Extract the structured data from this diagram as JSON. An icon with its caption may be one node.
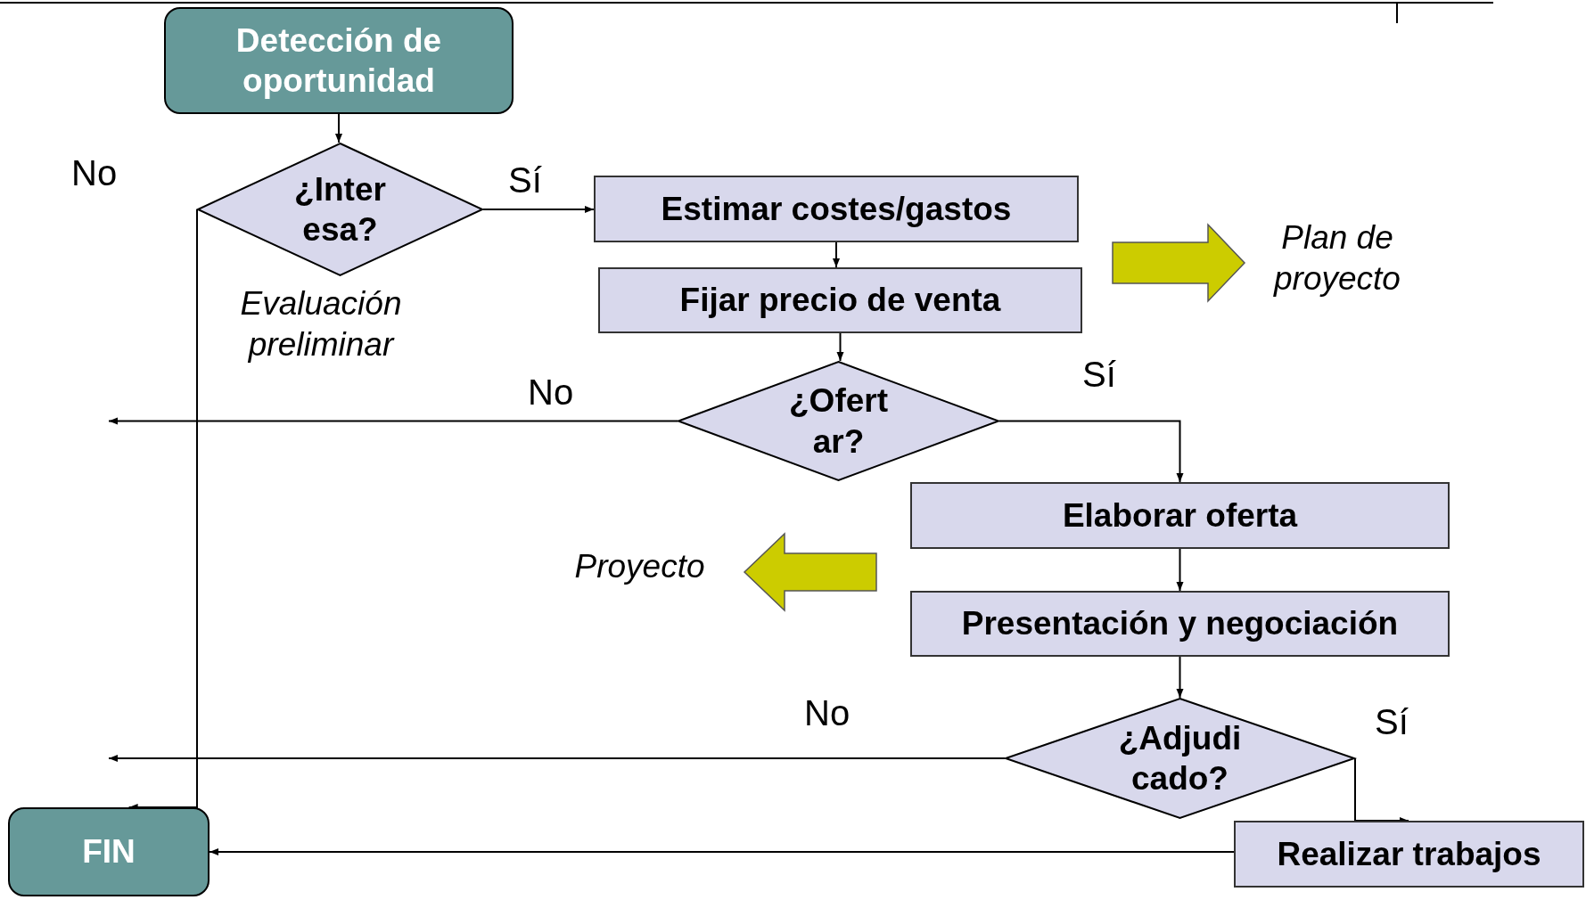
{
  "diagram": {
    "nodes": [
      {
        "text": [
          "Detección de oportunidad"
        ]
      },
      {
        "text": [
          "¿Inter esa?"
        ],
        "beside": [
          "Evaluación preliminar"
        ]
      },
      {
        "text": [
          "Estimar costes/gastos"
        ]
      },
      {
        "text": [
          "Fijar precio de venta"
        ]
      },
      {
        "text": [
          "¿Ofert ar?"
        ]
      },
      {
        "text": [
          "Elaborar oferta"
        ]
      },
      {
        "text": [
          "Presentación y negociación"
        ]
      },
      {
        "text": [
          "¿Adjudi cado?"
        ]
      },
      {
        "text": [
          "Realizar trabajos"
        ]
      },
      {
        "text": [
          "FIN"
        ]
      }
    ],
    "edges": [
      {
        "from": 0,
        "to": 1,
        "arrow": "to"
      },
      {
        "from": 1,
        "to": 2,
        "arrow": "to",
        "label": "Sí"
      },
      {
        "from": 1,
        "to": 9,
        "arrow": "to",
        "label": "No"
      },
      {
        "from": 2,
        "to": 3,
        "arrow": "to"
      },
      {
        "from": 3,
        "to": 4,
        "arrow": "to"
      },
      {
        "from": 4,
        "to": null,
        "arrow": "to",
        "label": "No"
      },
      {
        "from": 4,
        "to": 5,
        "arrow": "to",
        "label": "Sí"
      },
      {
        "from": 5,
        "to": 6,
        "arrow": "to"
      },
      {
        "from": 6,
        "to": 7,
        "arrow": "to"
      },
      {
        "from": 7,
        "to": null,
        "arrow": "to",
        "label": "No"
      },
      {
        "from": 7,
        "to": 8,
        "arrow": "to",
        "label": "Sí"
      },
      {
        "from": 8,
        "to": 9,
        "arrow": "to"
      }
    ],
    "labels": [
      "Plan de proyecto",
      "Proyecto"
    ]
  }
}
